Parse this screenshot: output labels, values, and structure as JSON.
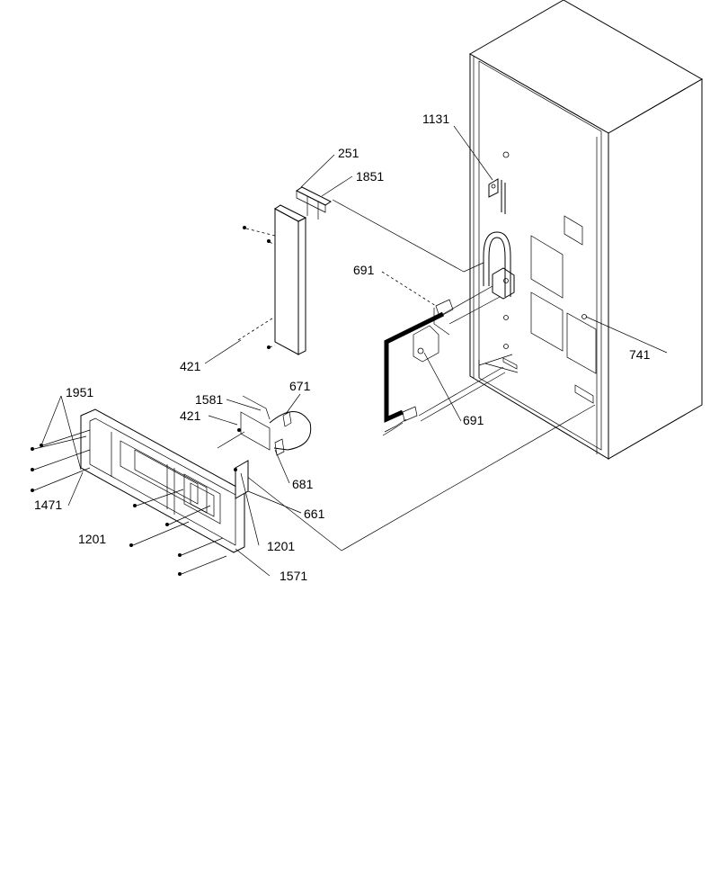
{
  "callouts": {
    "p1131": "1131",
    "p251": "251",
    "p1851": "1851",
    "p691_upper": "691",
    "p691_lower": "691",
    "p741": "741",
    "p421_upper": "421",
    "p421_lower": "421",
    "p671": "671",
    "p1581": "1581",
    "p681": "681",
    "p661": "661",
    "p1951": "1951",
    "p1471": "1471",
    "p1201_left": "1201",
    "p1201_right": "1201",
    "p1571": "1571"
  }
}
